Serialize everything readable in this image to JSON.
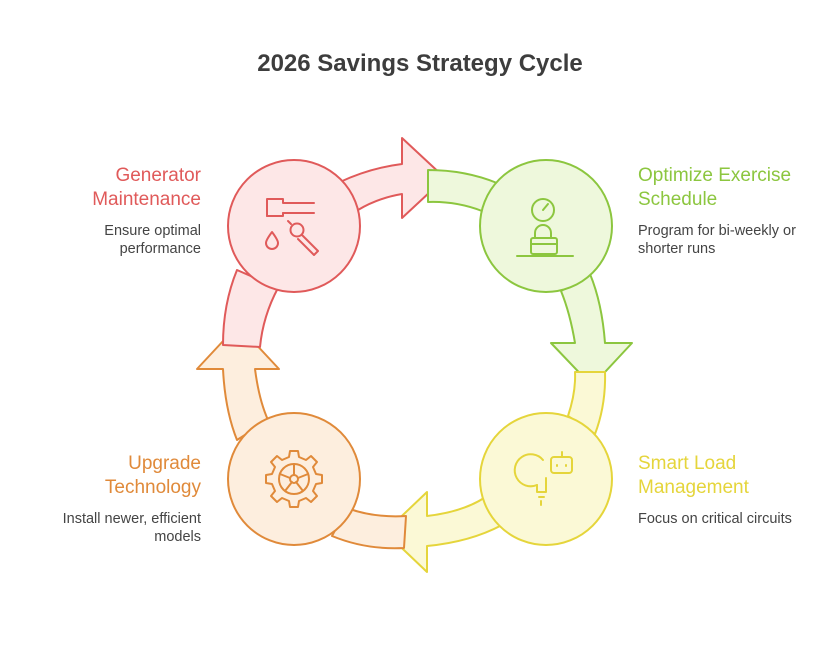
{
  "title": "2026 Savings Strategy Cycle",
  "colors": {
    "red": "#e05a5a",
    "red_fill": "#fde7e7",
    "green": "#8cc63f",
    "green_fill": "#eef8dc",
    "yellow": "#e5d53b",
    "yellow_fill": "#fbf9d6",
    "orange": "#e08a3a",
    "orange_fill": "#fdeede"
  },
  "steps": [
    {
      "id": "generator",
      "heading_lines": [
        "Generator",
        "Maintenance"
      ],
      "desc_lines": [
        "Ensure optimal",
        "performance"
      ],
      "icon": "faucet-wrench-icon"
    },
    {
      "id": "exercise",
      "heading_lines": [
        "Optimize Exercise",
        "Schedule"
      ],
      "desc_lines": [
        "Program for bi-weekly or",
        "shorter runs"
      ],
      "icon": "timer-lock-icon"
    },
    {
      "id": "load",
      "heading_lines": [
        "Smart Load",
        "Management"
      ],
      "desc_lines": [
        "Focus on critical circuits"
      ],
      "icon": "bulb-bot-icon"
    },
    {
      "id": "upgrade",
      "heading_lines": [
        "Upgrade",
        "Technology"
      ],
      "desc_lines": [
        "Install newer, efficient",
        "models"
      ],
      "icon": "gear-icon"
    }
  ]
}
